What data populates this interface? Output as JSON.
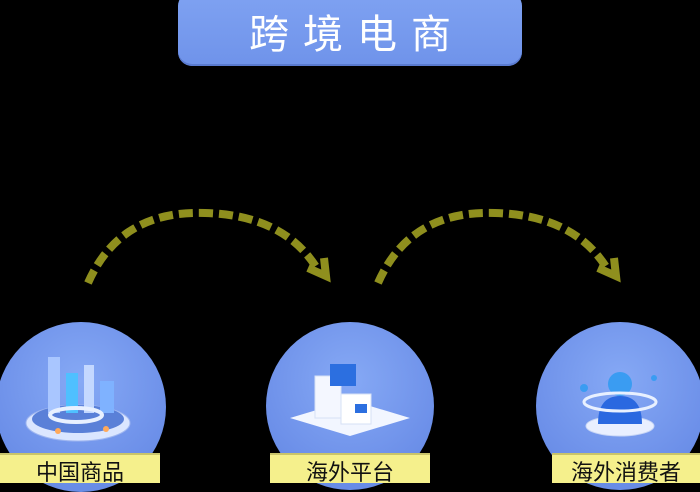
{
  "title": "跨境电商",
  "colors": {
    "title_bg": "#7a9ef0",
    "circle": "#6f92ea",
    "label_bg": "#f5f08c",
    "arrow": "#8f8f1e",
    "background": "#000000"
  },
  "nodes": [
    {
      "label": "中国商品",
      "icon": "city-icon"
    },
    {
      "label": "海外平台",
      "icon": "platform-cube-icon"
    },
    {
      "label": "海外消费者",
      "icon": "consumer-orbit-icon"
    }
  ],
  "arrows": [
    {
      "from": "中国商品",
      "to": "海外平台",
      "style": "dashed-curve"
    },
    {
      "from": "海外平台",
      "to": "海外消费者",
      "style": "dashed-curve"
    }
  ]
}
